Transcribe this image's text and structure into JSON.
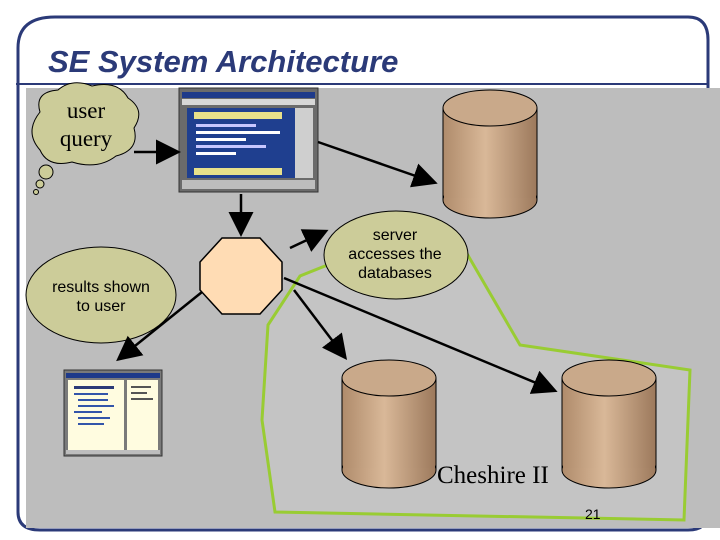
{
  "slide": {
    "title": "SE System Architecture",
    "user_query": [
      "user",
      "query"
    ],
    "results_shown": [
      "results shown",
      "to user"
    ],
    "server_text": [
      "server",
      "accesses the",
      "databases"
    ],
    "region_label": "Cheshire II",
    "page_number": "21"
  },
  "colors": {
    "title": "#2b3a78",
    "frame_border": "#2b3a78",
    "bubble_fill": "#cccc99",
    "region_fill": "#bdbdbd",
    "region_border": "#99cc33",
    "database_fill": "#c9a98a",
    "server_fill": "#ffdcb4",
    "screenshot_bg": "#1f3f8f"
  },
  "icons": [
    "thought-bubble-icon",
    "database-icon",
    "server-octagon-icon",
    "browser-screenshot-icon"
  ]
}
